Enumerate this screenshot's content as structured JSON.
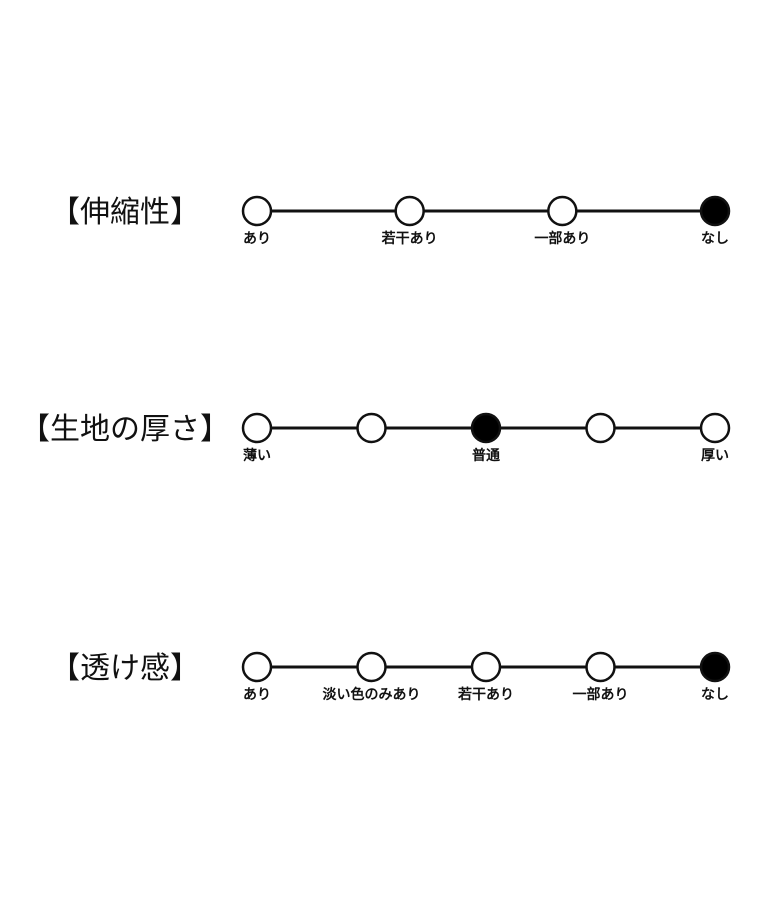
{
  "scales": [
    {
      "title": "【伸縮性】",
      "points": [
        {
          "label": "あり",
          "selected": false
        },
        {
          "label": "若干あり",
          "selected": false
        },
        {
          "label": "一部あり",
          "selected": false
        },
        {
          "label": "なし",
          "selected": true
        }
      ]
    },
    {
      "title": "【生地の厚さ】",
      "points": [
        {
          "label": "薄い",
          "selected": false
        },
        {
          "label": "",
          "selected": false
        },
        {
          "label": "普通",
          "selected": true
        },
        {
          "label": "",
          "selected": false
        },
        {
          "label": "厚い",
          "selected": false
        }
      ]
    },
    {
      "title": "【透け感】",
      "points": [
        {
          "label": "あり",
          "selected": false
        },
        {
          "label": "淡い色のみあり",
          "selected": false
        },
        {
          "label": "若干あり",
          "selected": false
        },
        {
          "label": "一部あり",
          "selected": false
        },
        {
          "label": "なし",
          "selected": true
        }
      ]
    }
  ]
}
